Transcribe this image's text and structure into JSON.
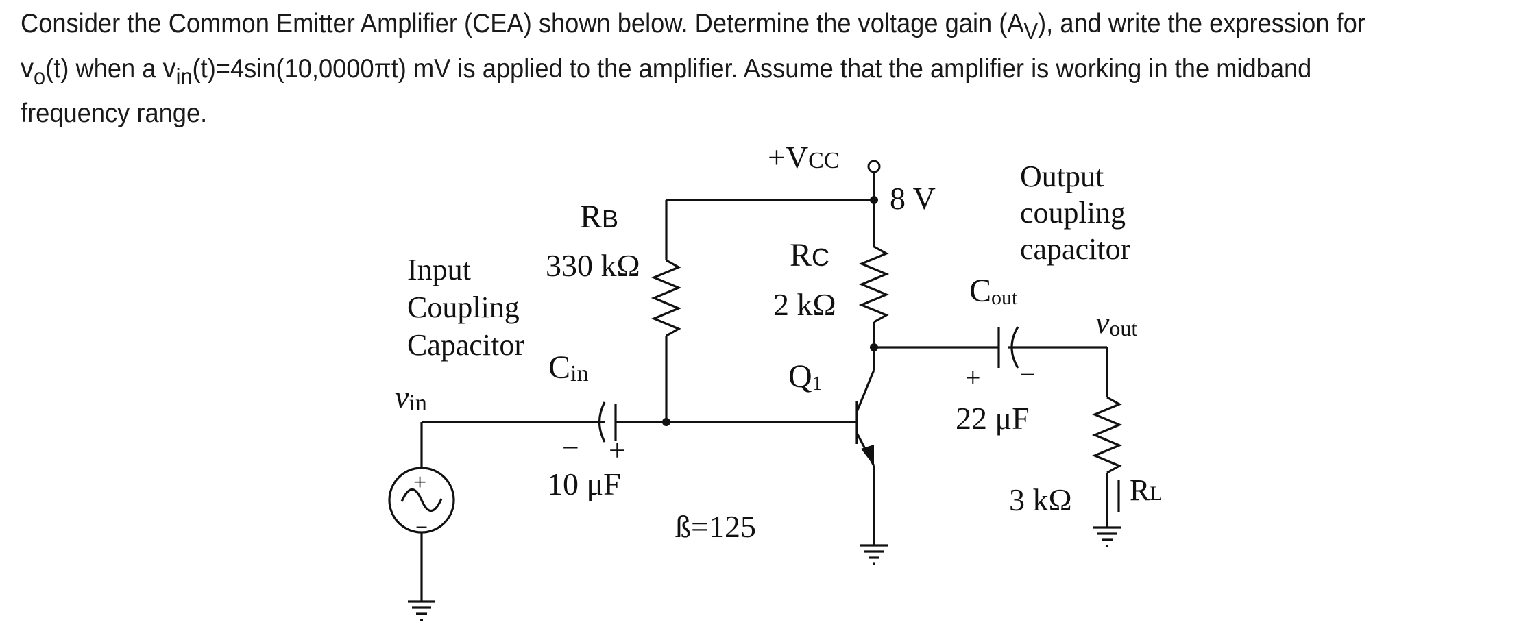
{
  "question": {
    "t1": "Consider the Common Emitter Amplifier (CEA) shown below. Determine the voltage gain (A",
    "t1_sub": "V",
    "t2": "), and write the expression for ",
    "t2_var": "v",
    "t2_sub": "o",
    "t3": "(t) when a ",
    "t3_var": "v",
    "t3_sub": "in",
    "t4": "(t)=4sin(10,0000πt) mV is applied to the amplifier. Assume that the amplifier is working in the midband frequency range."
  },
  "circuit": {
    "vcc_main": "+V",
    "vcc_sub": "CC",
    "vcc_value": "8 V",
    "rb_main": "R",
    "rb_sub": "B",
    "rb_value": "330 kΩ",
    "rc_main": "R",
    "rc_sub": "C",
    "rc_value": "2 kΩ",
    "input_cap_line1": "Input",
    "input_cap_line2": "Coupling",
    "input_cap_line3": "Capacitor",
    "vin_main": "v",
    "vin_sub": "in",
    "cin_main": "C",
    "cin_sub": "in",
    "cin_value": "10 μF",
    "cin_minus": "−",
    "cin_plus": "+",
    "q_main": "Q",
    "q_sub": "1",
    "beta": "ß=125",
    "output_cap_line1": "Output",
    "output_cap_line2": "coupling",
    "output_cap_line3": "capacitor",
    "cout_main": "C",
    "cout_sub": "out",
    "cout_value": "22 μF",
    "cout_plus": "+",
    "cout_minus": "−",
    "vout_main": "v",
    "vout_sub": "out",
    "rl_main": "R",
    "rl_sub": "L",
    "rl_value": "3 kΩ",
    "src_plus": "+",
    "src_minus": "−"
  }
}
